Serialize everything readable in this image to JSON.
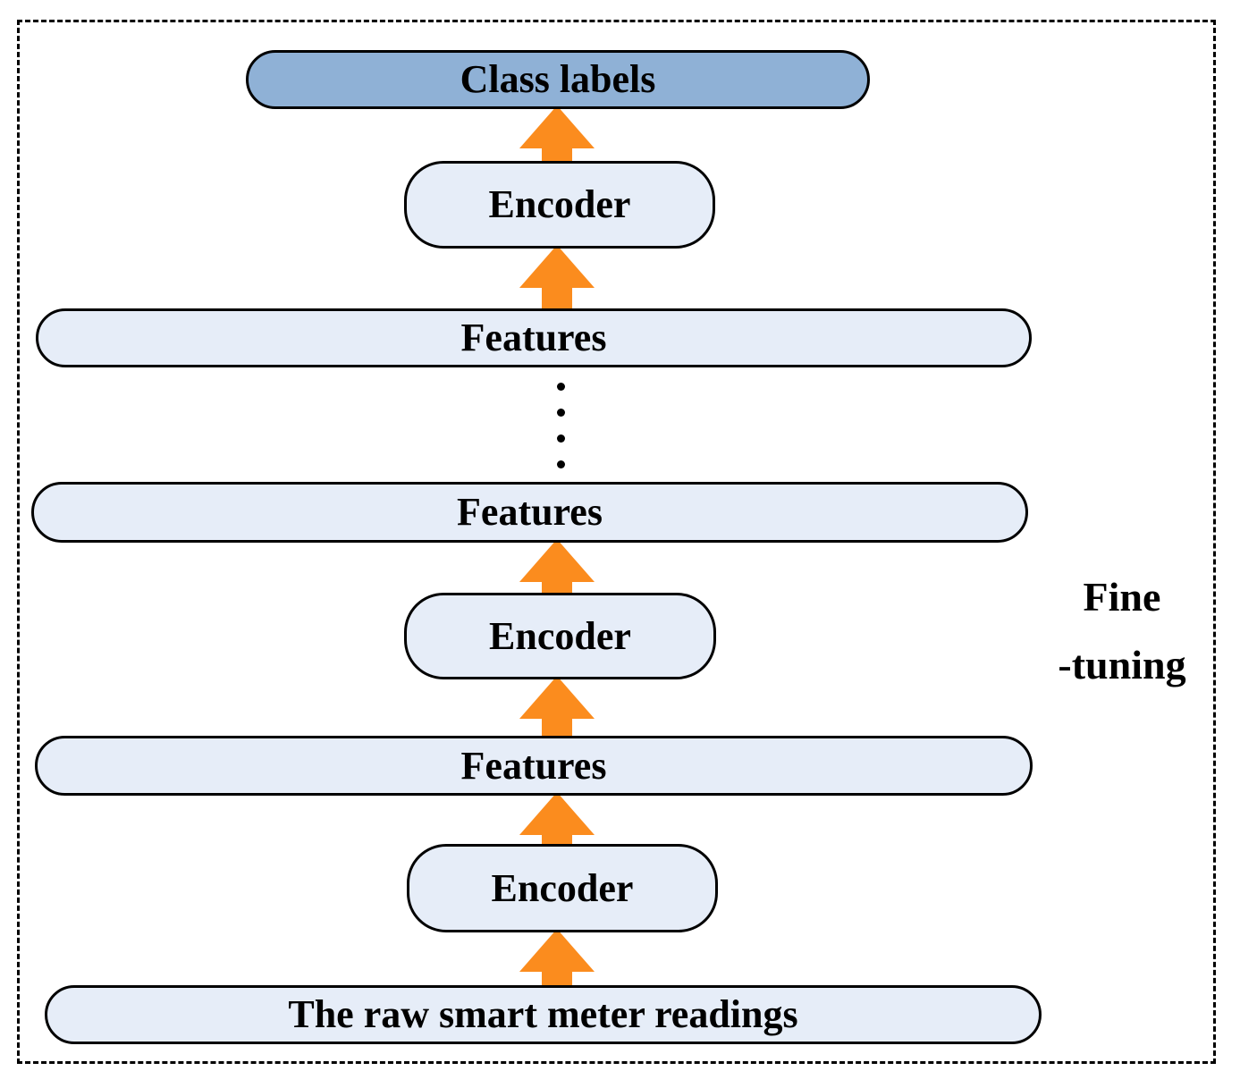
{
  "labels": {
    "class_labels": "Class labels",
    "encoder": "Encoder",
    "features": "Features",
    "input": "The raw smart meter readings",
    "fine_line1": "Fine",
    "fine_line2": "-tuning"
  },
  "diagram": {
    "flow_bottom_to_top": [
      "The raw smart meter readings",
      "Encoder",
      "Features",
      "Encoder",
      "Features",
      "(ellipsis)",
      "Features",
      "Encoder",
      "Class labels"
    ],
    "side_annotation": "Fine -tuning",
    "arrow_direction": "up"
  },
  "colors": {
    "output_fill": "#8FB1D6",
    "box_fill": "#E6EDF8",
    "arrow": "#FB8C1E",
    "ink": "#000000"
  }
}
